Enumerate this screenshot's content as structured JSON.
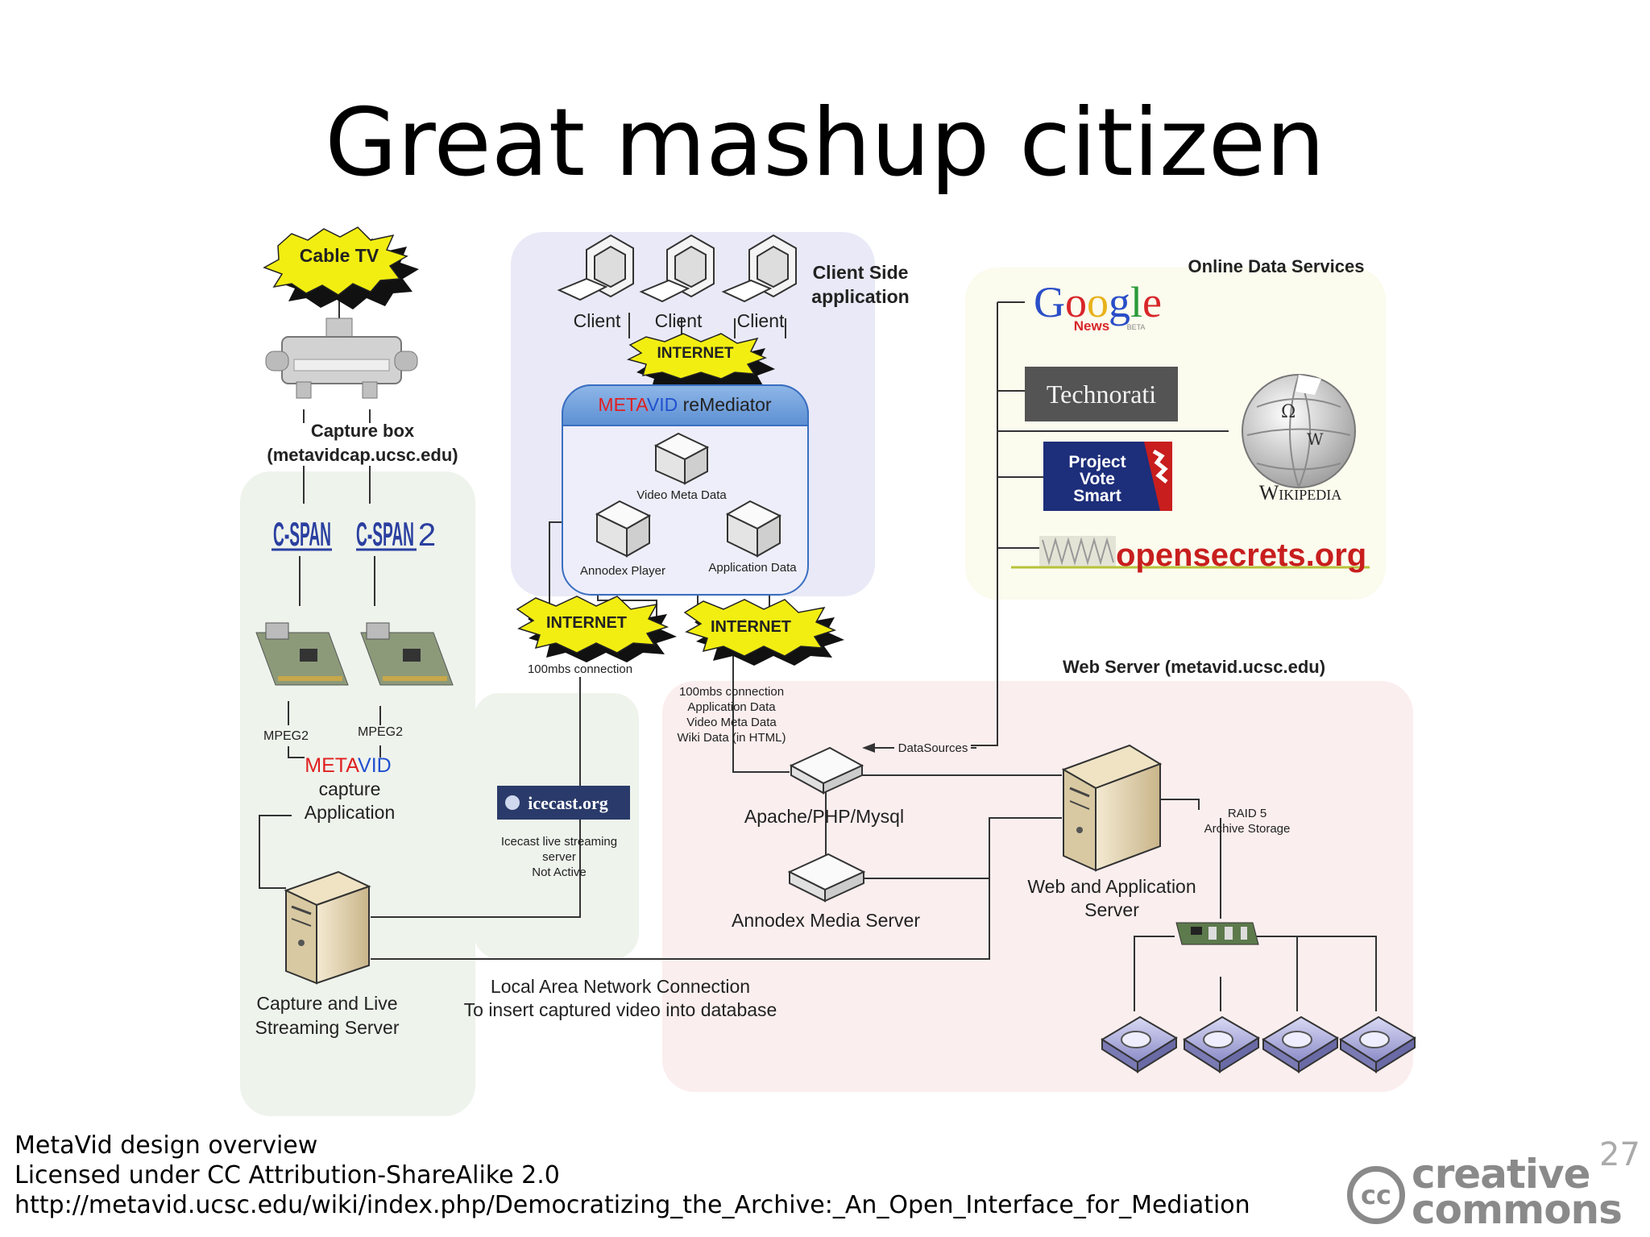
{
  "slide": {
    "title": "Great mashup citizen",
    "page_number": "27",
    "footer_lines": [
      "MetaVid design overview",
      "Licensed under CC Attribution-ShareAlike 2.0",
      "http://metavid.ucsc.edu/wiki/index.php/Democratizing_the_Archive:_An_Open_Interface_for_Mediation"
    ],
    "cc_logo": {
      "symbol": "cc",
      "line1": "creative",
      "line2": "commons"
    }
  },
  "diagram": {
    "cable_tv": "Cable TV",
    "capture_box": {
      "line1": "Capture box",
      "line2": "(metavidcap.ucsc.edu)"
    },
    "cspan": "C-SPAN",
    "cspan2": "C-SPAN",
    "cspan2_num": "2",
    "mpeg_left": "MPEG2",
    "mpeg_right": "MPEG2",
    "metavid_meta": "META",
    "metavid_vid": "VID",
    "capture_app": {
      "line1": "capture",
      "line2": "Application"
    },
    "capture_server": {
      "line1": "Capture and Live",
      "line2": "Streaming Server"
    },
    "client_side": {
      "line1": "Client Side",
      "line2": "application"
    },
    "clients": [
      "Client",
      "Client",
      "Client"
    ],
    "internet_top": "INTERNET",
    "internet_left": "INTERNET",
    "internet_right": "INTERNET",
    "remediator_meta": "META",
    "remediator_vid": "VID",
    "remediator_rest": " reMediator",
    "video_meta_data": "Video Meta Data",
    "annodex_player": "Annodex Player",
    "application_data": "Application Data",
    "conn_left": "100mbs connection",
    "conn_right_lines": [
      "100mbs connection",
      "Application Data",
      "Video Meta Data",
      "Wiki Data (in HTML)"
    ],
    "icecast_logo": "icecast.org",
    "icecast_lines": [
      "Icecast live streaming",
      "server",
      "Not Active"
    ],
    "online_services": "Online Data Services",
    "google": {
      "G": "G",
      "o1": "o",
      "o2": "o",
      "g": "g",
      "l": "l",
      "e": "e",
      "news": "News",
      "beta": "BETA"
    },
    "technorati": "Technorati",
    "pvs_lines": [
      "Project",
      "Vote",
      "Smart"
    ],
    "wikipedia": "Wikipedia",
    "opensecrets": "opensecrets.org",
    "web_server_title": "Web Server (metavid.ucsc.edu)",
    "datasources": "DataSources",
    "apache": "Apache/PHP/Mysql",
    "annodex_media": "Annodex Media Server",
    "web_app_server": {
      "line1": "Web and Application",
      "line2": "Server"
    },
    "raid_lines": [
      "RAID 5",
      "Archive Storage"
    ],
    "lan_lines": [
      "Local Area Network Connection",
      "To insert captured video into database"
    ]
  },
  "colors": {
    "capture_region": "#eef3ec",
    "client_region": "#e9e9f7",
    "online_region": "#fbfbee",
    "server_region": "#fbeeee",
    "internet_burst": "#f2ee12",
    "metavid_red": "#e02020",
    "metavid_blue": "#2050d0",
    "cspan_blue": "#2a3fa0",
    "opensecrets_red": "#c81e1e"
  }
}
